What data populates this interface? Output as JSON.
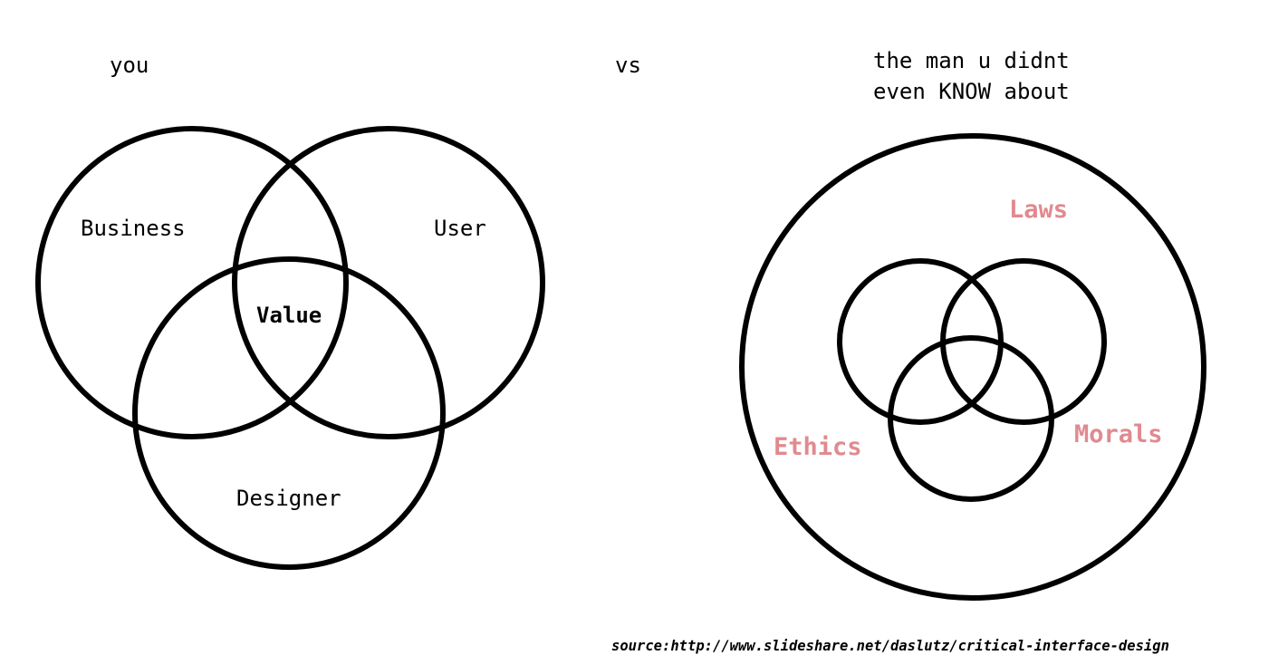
{
  "left": {
    "caption": "you",
    "labels": {
      "business": "Business",
      "user": "User",
      "value": "Value",
      "designer": "Designer"
    }
  },
  "middle": {
    "caption": "vs"
  },
  "right": {
    "caption_lines": [
      "the man u didnt",
      "even KNOW about"
    ],
    "labels": {
      "laws": "Laws",
      "ethics": "Ethics",
      "morals": "Morals"
    },
    "accent_color": "#e08a8f"
  },
  "source": "source:http://www.slideshare.net/daslutz/critical-interface-design"
}
